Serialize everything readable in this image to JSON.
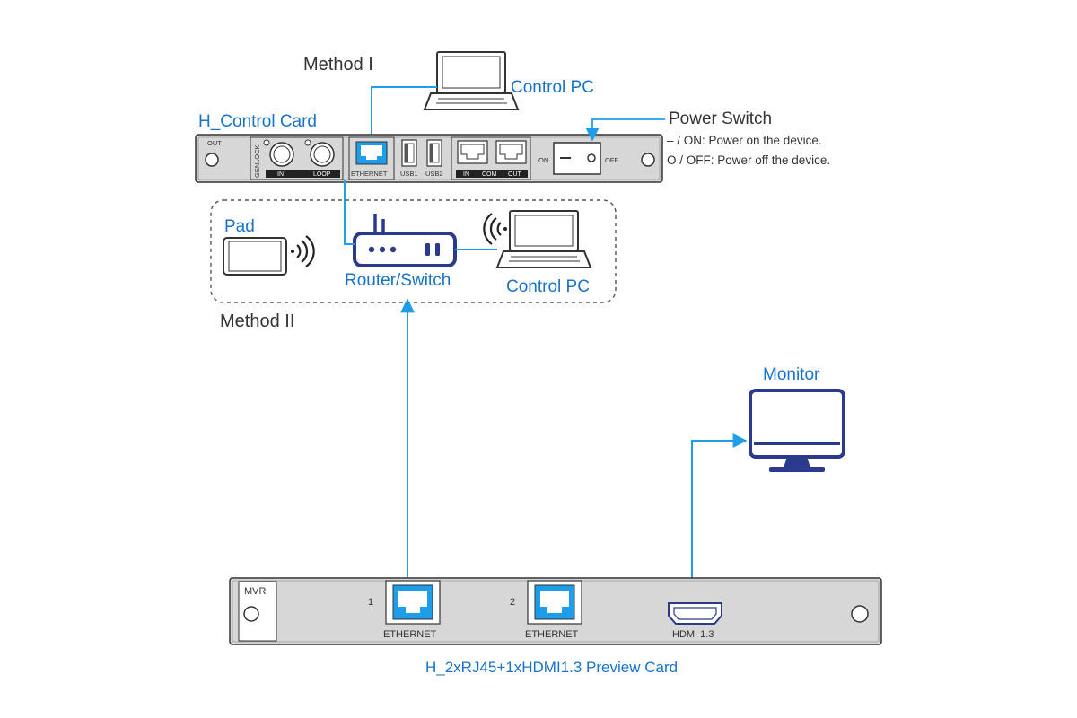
{
  "method1": {
    "label": "Method I"
  },
  "method2": {
    "label": "Method II"
  },
  "control_pc_1": {
    "label": "Control PC"
  },
  "control_pc_2": {
    "label": "Control PC"
  },
  "control_card": {
    "title": "H_Control Card",
    "out_label": "OUT",
    "genlock_label": "GENLOCK",
    "in_label": "IN",
    "loop_label": "LOOP",
    "ethernet_label": "ETHERNET",
    "usb1_label": "USB1",
    "usb2_label": "USB2",
    "com_in_label": "IN",
    "com_label": "COM",
    "com_out_label": "OUT",
    "on_label": "ON",
    "off_label": "OFF"
  },
  "power_switch": {
    "title": "Power Switch",
    "line_on": "– / ON: Power on the device.",
    "line_off": "O / OFF: Power off the device."
  },
  "pad": {
    "label": "Pad"
  },
  "router": {
    "label": "Router/Switch"
  },
  "monitor": {
    "label": "Monitor"
  },
  "preview_card": {
    "mvr_label": "MVR",
    "port1_number": "1",
    "port2_number": "2",
    "ethernet1_label": "ETHERNET",
    "ethernet2_label": "ETHERNET",
    "hdmi_label": "HDMI 1.3",
    "caption": "H_2xRJ45+1xHDMI1.3 Preview Card"
  },
  "colors": {
    "accent": "#1e9ee8",
    "label_blue": "#1a73c8",
    "device_navy": "#2b3a8c",
    "panel_gray": "#d7d7d7"
  }
}
